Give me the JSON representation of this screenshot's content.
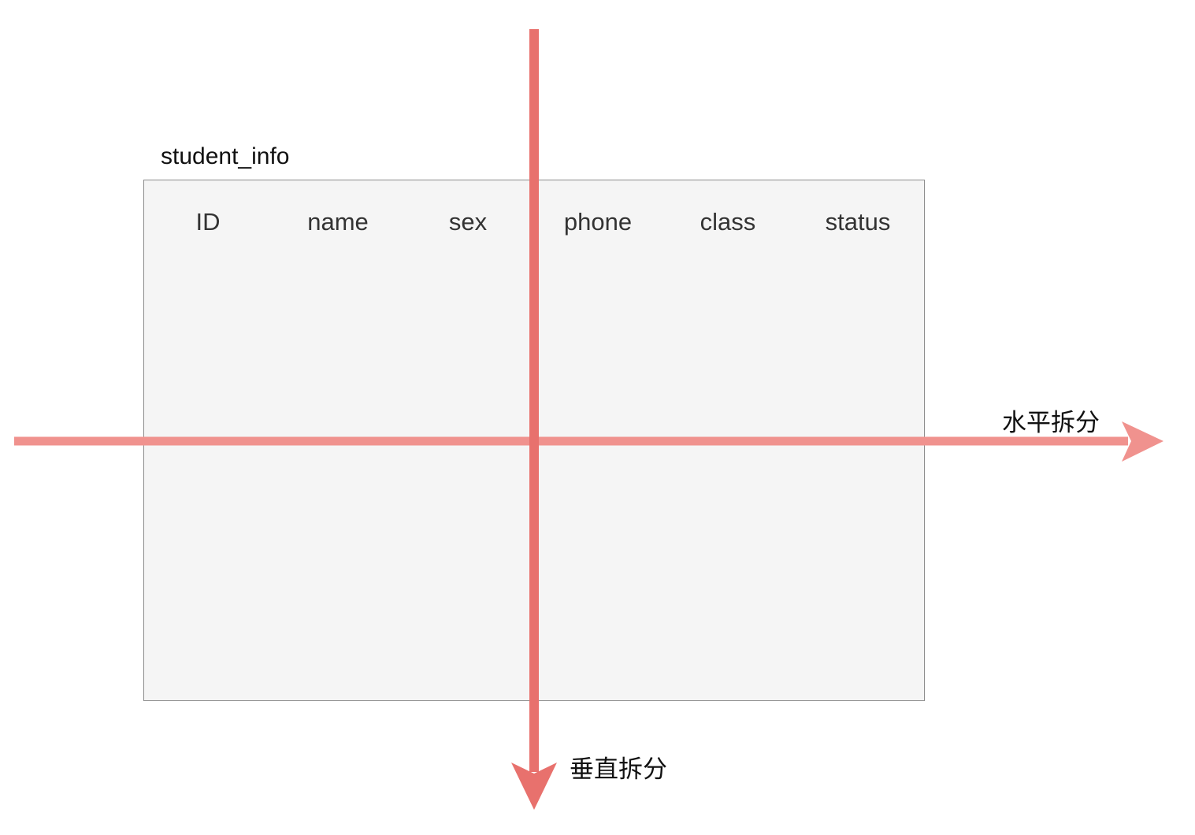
{
  "table": {
    "title": "student_info",
    "columns": [
      "ID",
      "name",
      "sex",
      "phone",
      "class",
      "status"
    ]
  },
  "splits": {
    "horizontal_label": "水平拆分",
    "vertical_label": "垂直拆分"
  },
  "colors": {
    "vertical_arrow": "#e8716d",
    "horizontal_arrow": "#f0928e",
    "table_fill": "#f5f5f5",
    "table_border": "#8c8c8c"
  }
}
